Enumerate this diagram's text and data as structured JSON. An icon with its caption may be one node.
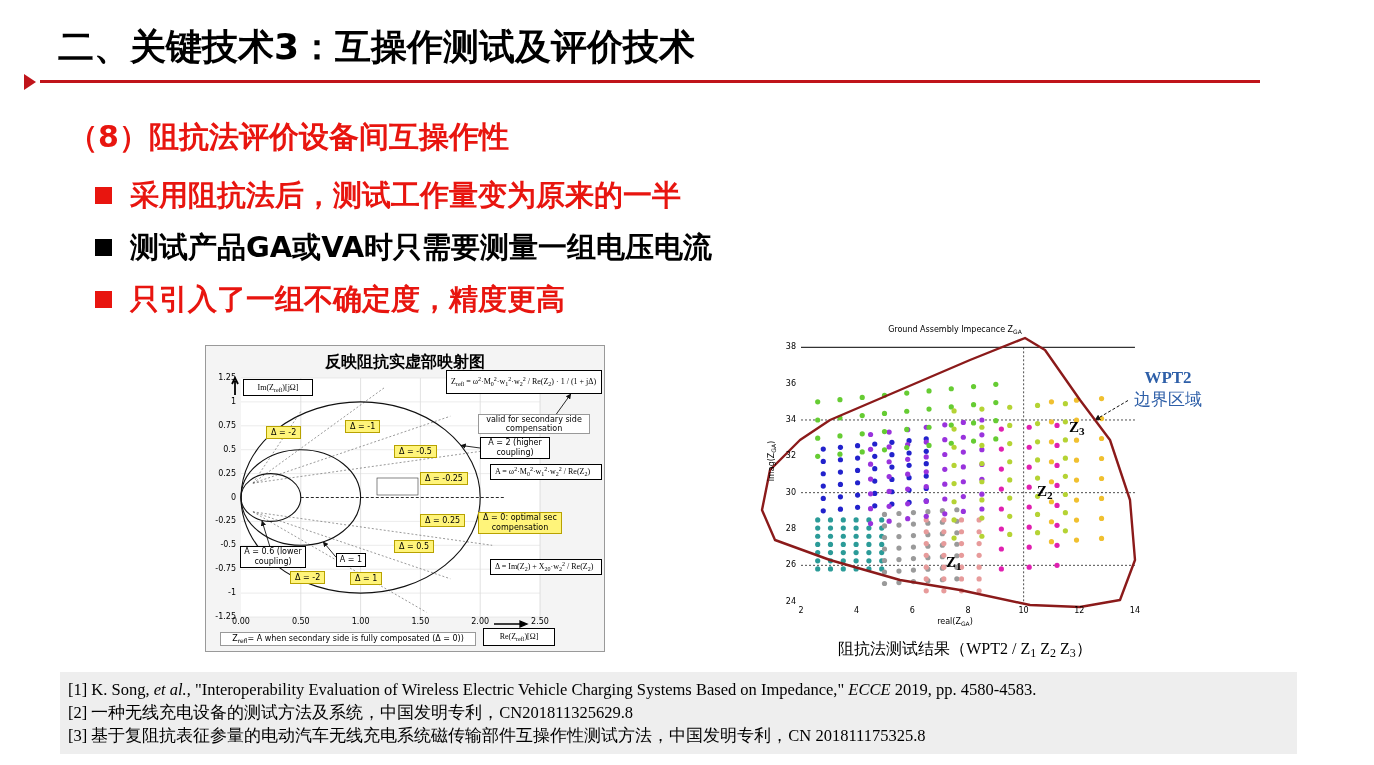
{
  "diagram": {
    "title": "二、关键技术3：互操作测试及评价技术",
    "nodes": [
      {
        "text": [
          "**WPT2** 边界区域"
        ]
      },
      {
        "text": [],
        "shape": "loop"
      },
      {
        "text": [
          "A = 2 (higher coupling)"
        ]
      },
      {
        "text": [
          "A = 0.6 (lower coupling)"
        ]
      },
      {
        "text": [
          "A = 1"
        ]
      },
      {
        "text": [
          "valid for secondary side compensation"
        ]
      },
      {
        "text": [
          "Z$_{refl}$ = ω$^{2}$·M$_{0}$$^{2}$·w$_{1}$$^{2}$·w$_{2}$$^{2}$ / Re(Z$_{2}$) · 1 / (1 + jΔ)"
        ]
      }
    ],
    "edges": [
      {
        "from": 0,
        "to": 1,
        "arrow": "to",
        "style": "dashed"
      },
      {
        "from": 2,
        "to": null,
        "arrow": "to"
      },
      {
        "from": 3,
        "to": null,
        "arrow": "to"
      },
      {
        "from": 4,
        "to": null,
        "arrow": "to"
      },
      {
        "from": 5,
        "to": 6,
        "arrow": "to"
      }
    ],
    "labels": [
      "（8）阻抗法评价设备间互操作性",
      "采用阻抗法后，测试工作量变为原来的一半",
      "测试产品GA或VA时只需要测量一组电压电流",
      "只引入了一组不确定度，精度更高",
      "反映阻抗实虚部映射图",
      "Im(Z$_{refl}$)[jΩ]",
      "A = ω$^{2}$·M$_{0}$$^{2}$·w$_{1}$$^{2}$·w$_{2}$$^{2}$ / Re(Z$_{2}$)",
      "Δ = -2",
      "Δ = -1",
      "Δ = -0.5",
      "Δ = -0.25",
      "Δ = 0: optimal sec compensation",
      "Δ = 0.25",
      "Δ = 0.5",
      "Δ = -2",
      "Δ = 1",
      "Δ = Im(Z$_{2}$) + X$_{20}$·w$_{2}$$^{2}$ / Re(Z$_{2}$)",
      "Z$_{refl}$= A when secondary side is  fully composated (Δ = 0))",
      "Re(Z$_{refl}$)[Ω]",
      "1.25",
      "1",
      "0.75",
      "0.5",
      "0.25",
      "0",
      "-0.25",
      "-0.5",
      "-0.75",
      "-1",
      "-1.25",
      "0.00",
      "0.50",
      "1.00",
      "1.50",
      "2.00",
      "2.50",
      "Ground Assembly Impecance Z$_{GA}$",
      "38",
      "36",
      "34",
      "32",
      "30",
      "28",
      "26",
      "24",
      "2",
      "4",
      "6",
      "8",
      "10",
      "12",
      "14",
      "imag(Z$_{GA}$)",
      "real(Z$_{GA}$)",
      "Z$_{1}$",
      "Z$_{2}$",
      "Z$_{3}$",
      "阻抗法测试结果（WPT2 / Z$_{1}$ Z$_{2}$ Z$_{3}$）",
      "[1] K. Song, *et al.*, \"Interoperability Evaluation of Wireless Electric Vehicle Charging Systems Based on Impedance,\" *ECCE* 2019, pp. 4580-4583.",
      "[2] 一种无线充电设备的测试方法及系统，中国发明专利，CN201811325629.8",
      "[3] 基于复阻抗表征参量的电动汽车无线充电系统磁传输部件互操作性测试方法，中国发明专利，CN 201811175325.8"
    ]
  }
}
